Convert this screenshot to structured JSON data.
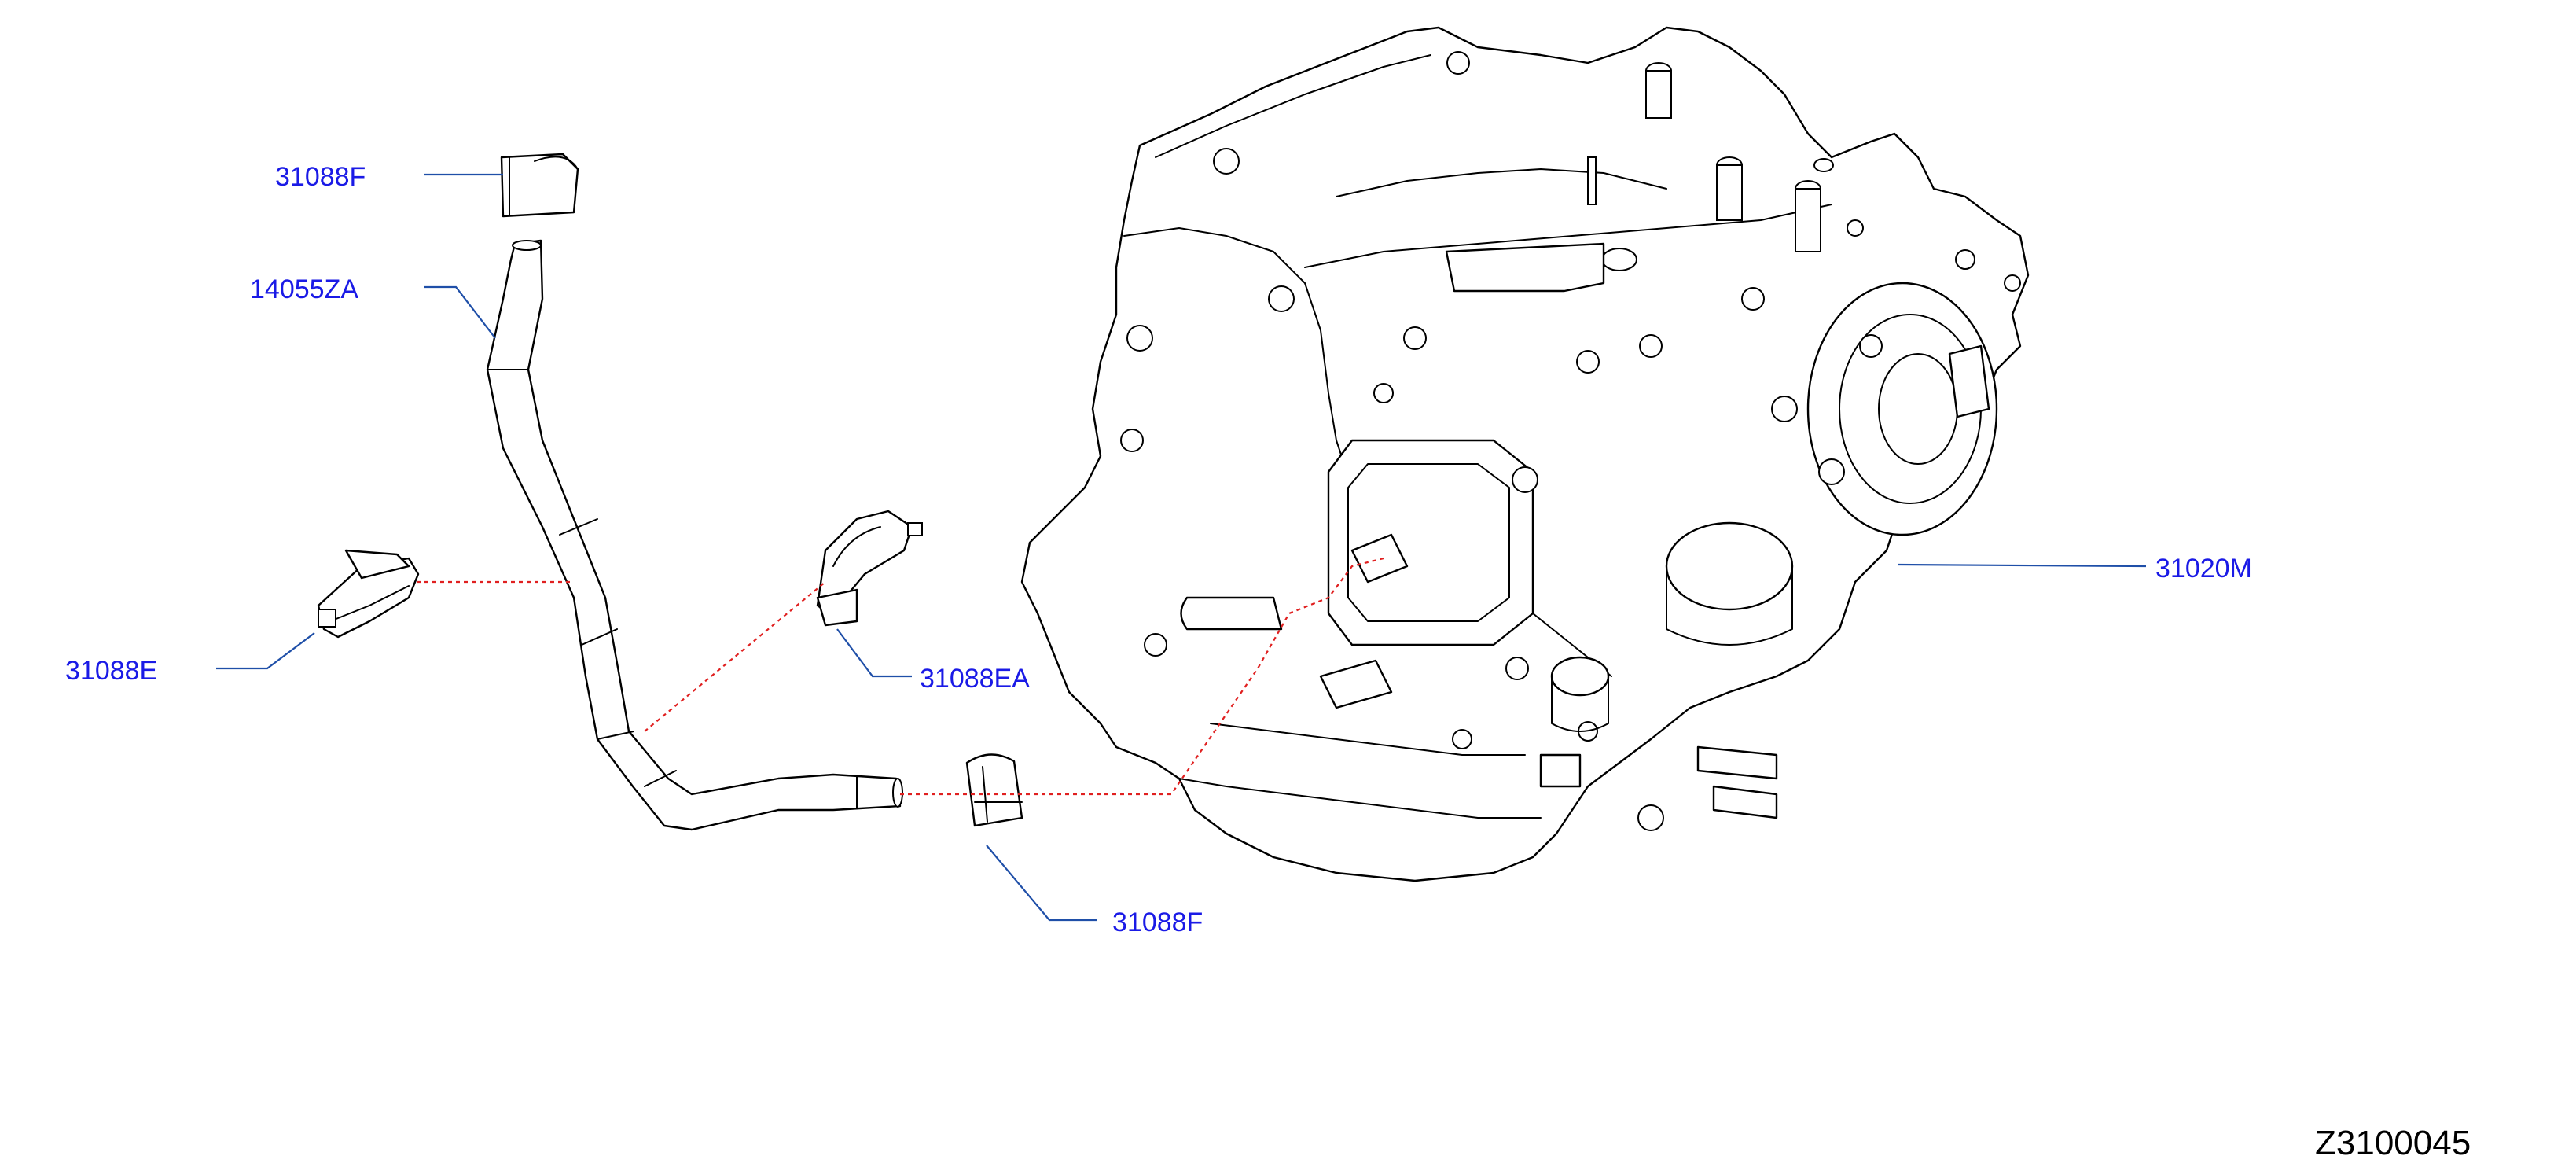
{
  "diagram": {
    "id": "Z3100045",
    "labels": {
      "clip_top": "31088F",
      "hose": "14055ZA",
      "clip_left": "31088E",
      "clip_mid": "31088EA",
      "clip_bottom": "31088F",
      "transaxle": "31020M"
    },
    "colors": {
      "label_text": "#1a1ae6",
      "leader_line": "#1f4fa8",
      "connector_line": "#e02020",
      "drawing": "#000000"
    }
  }
}
